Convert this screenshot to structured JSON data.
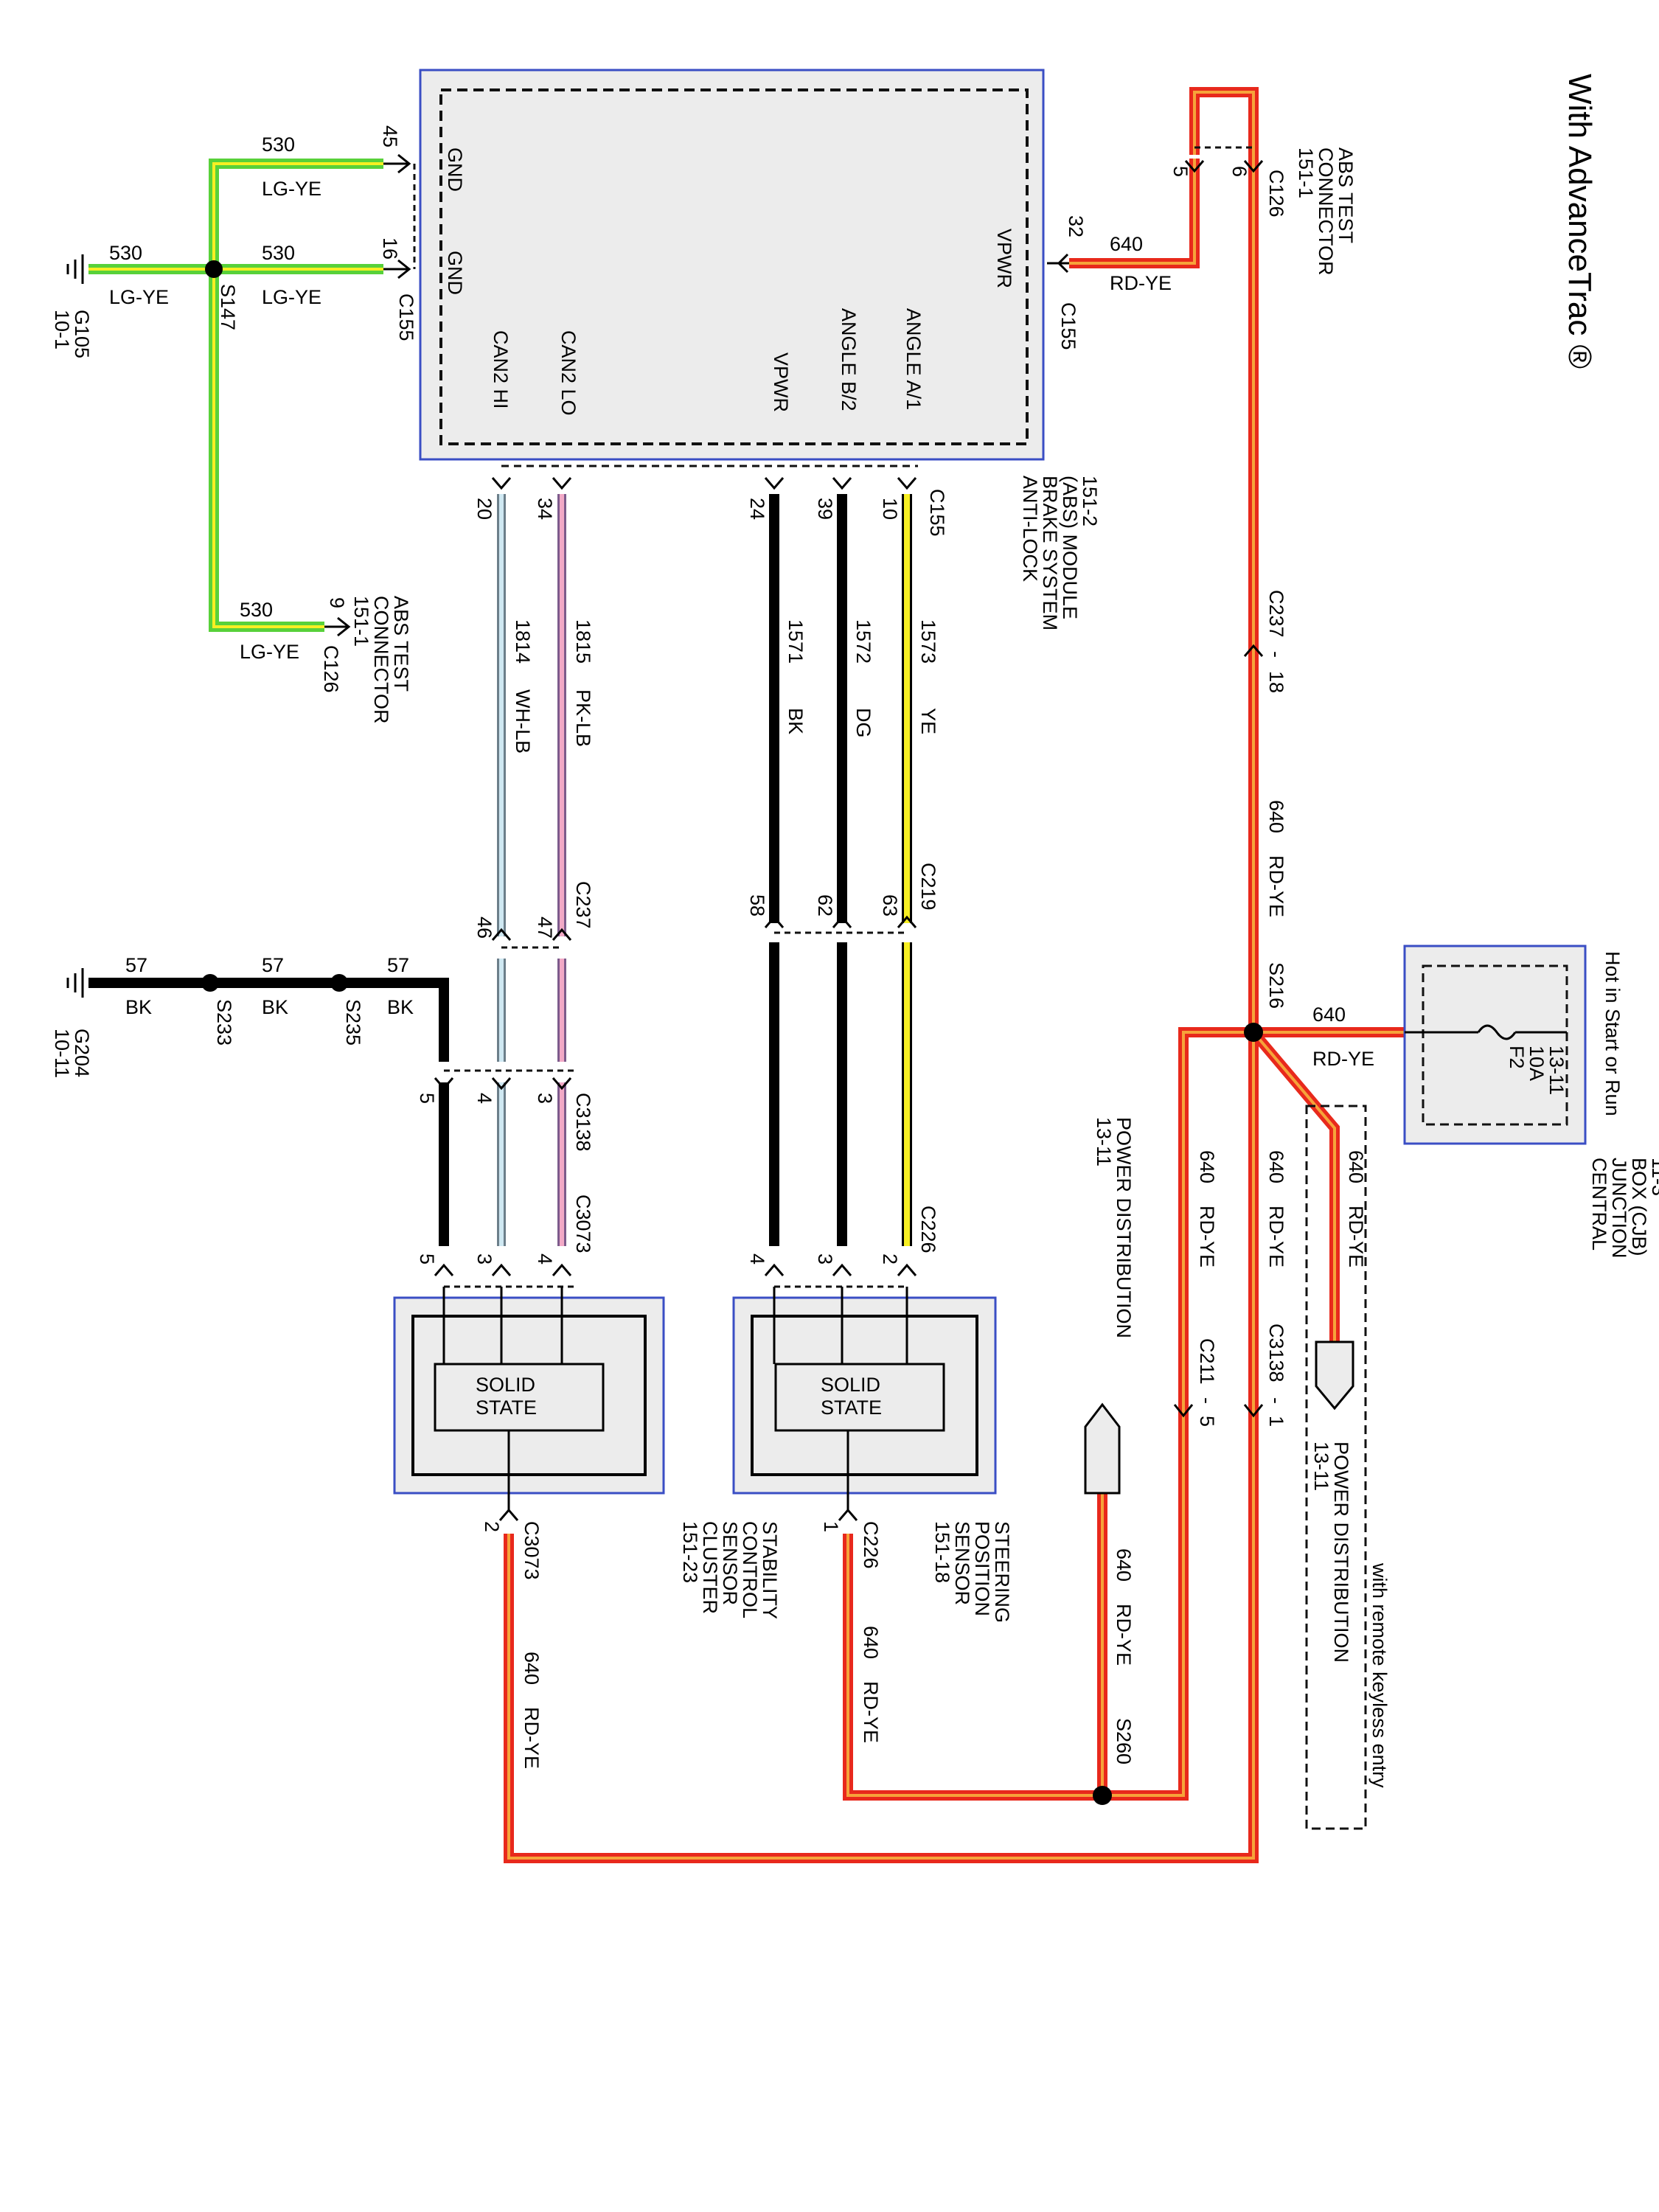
{
  "title": "With AdvanceTrac ®",
  "colors": {
    "red": "#e8291c",
    "orange": "#f6a33a",
    "yellow": "#f7ef23",
    "green": "#58d13a",
    "pink": "#f2a9c6",
    "light_blue": "#cfe8f2",
    "black": "#000000",
    "module_border": "#3a4ec4",
    "module_fill": "#ececec"
  },
  "abs_module": {
    "name_l1": "ANTI-LOCK",
    "name_l2": "BRAKE SYSTEM",
    "name_l3": "(ABS) MODULE",
    "ref": "151-2",
    "connector": "C155",
    "pins": {
      "gnd45": "GND",
      "gnd16": "GND",
      "can2hi": "CAN2 HI",
      "can2lo": "CAN2 LO",
      "vpwr24": "VPWR",
      "angle_b": "ANGLE B/2",
      "angle_a": "ANGLE A/1",
      "vpwr32": "VPWR"
    },
    "pin_numbers": {
      "p45": "45",
      "p16": "16",
      "p20": "20",
      "p34": "34",
      "p24": "24",
      "p39": "39",
      "p10": "10",
      "p32": "32"
    }
  },
  "ground_circuit": {
    "circuit": "530",
    "color": "LG-YE",
    "splice": "S147",
    "ground": "G105",
    "ground_ref": "10-1",
    "conn_c155": "C155",
    "conn_c126": "C126",
    "pin9": "9",
    "test_conn_l1": "ABS TEST",
    "test_conn_l2": "CONNECTOR",
    "test_conn_ref": "151-1"
  },
  "top_test_conn": {
    "l1": "ABS TEST",
    "l2": "CONNECTOR",
    "ref": "151-1",
    "conn": "C126",
    "pin5": "5",
    "pin6": "6"
  },
  "power": {
    "circuit": "640",
    "color": "RD-YE",
    "c155_conn": "C155",
    "c237": "C237",
    "c237_pin": "18",
    "splice_s216": "S216",
    "splice_s260": "S260",
    "c3138": "C3138",
    "c3138_pin": "1",
    "c211": "C211",
    "c211_pin": "5",
    "dash": "-"
  },
  "cjb": {
    "hot": "Hot in Start or Run",
    "fuse": "F2",
    "amps": "10A",
    "fuse_ref": "13-11",
    "name_l1": "CENTRAL",
    "name_l2": "JUNCTION",
    "name_l3": "BOX (CJB)",
    "ref": "11-3"
  },
  "power_dist": {
    "label": "POWER DISTRIBUTION",
    "ref": "13-11",
    "rke": "with remote keyless entry"
  },
  "signals": {
    "c1573": "1573",
    "c1572": "1572",
    "c1571": "1571",
    "c1815": "1815",
    "c1814": "1814",
    "ye": "YE",
    "dg": "DG",
    "bk": "BK",
    "pklb": "PK-LB",
    "whlb": "WH-LB",
    "c219": "C219",
    "c219_63": "63",
    "c219_62": "62",
    "c219_58": "58",
    "c237": "C237",
    "c237_47": "47",
    "c237_46": "46",
    "c3138": "C3138",
    "c3138_3": "3",
    "c3138_4": "4",
    "c3138_5": "5",
    "c3073": "C3073",
    "c3073_4": "4",
    "c3073_3": "3",
    "c3073_5": "5",
    "c226": "C226",
    "c226_2": "2",
    "c226_3": "3",
    "c226_4": "4"
  },
  "bk_ground": {
    "circuit": "57",
    "color": "BK",
    "s233": "S233",
    "s235": "S235",
    "ground": "G204",
    "ground_ref": "10-11"
  },
  "steering_sensor": {
    "l1": "STEERING",
    "l2": "POSITION",
    "l3": "SENSOR",
    "ref": "151-18",
    "state_l1": "SOLID",
    "state_l2": "STATE",
    "conn": "C226",
    "pin1": "1"
  },
  "stability_cluster": {
    "l1": "STABILITY",
    "l2": "CONTROL",
    "l3": "SENSOR",
    "l4": "CLUSTER",
    "ref": "151-23",
    "state_l1": "SOLID",
    "state_l2": "STATE",
    "conn": "C3073",
    "pin2": "2"
  }
}
